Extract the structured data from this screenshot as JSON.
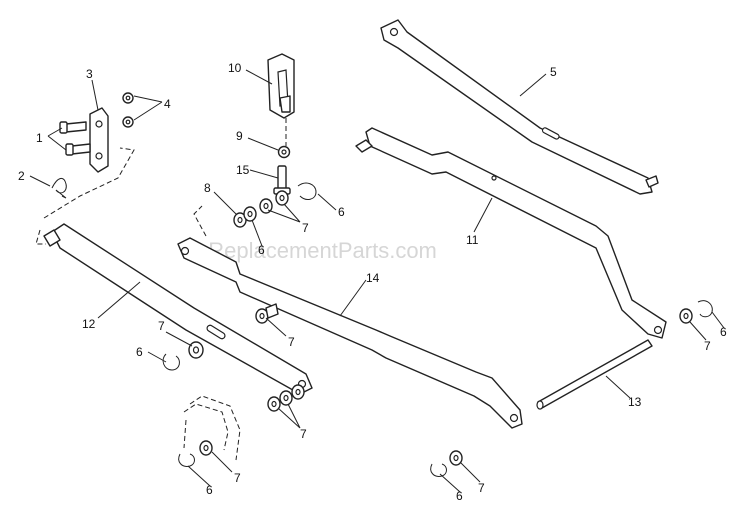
{
  "watermark": "eReplacementParts.com",
  "callouts": {
    "c1": "1",
    "c2": "2",
    "c3": "3",
    "c4": "4",
    "c5": "5",
    "c6a": "6",
    "c6b": "6",
    "c6c": "6",
    "c6d": "6",
    "c6e": "6",
    "c6f": "6",
    "c7a": "7",
    "c7b": "7",
    "c7c": "7",
    "c7d": "7",
    "c7e": "7",
    "c7f": "7",
    "c7g": "7",
    "c8": "8",
    "c9": "9",
    "c10": "10",
    "c11": "11",
    "c12": "12",
    "c13": "13",
    "c14": "14",
    "c15": "15"
  }
}
